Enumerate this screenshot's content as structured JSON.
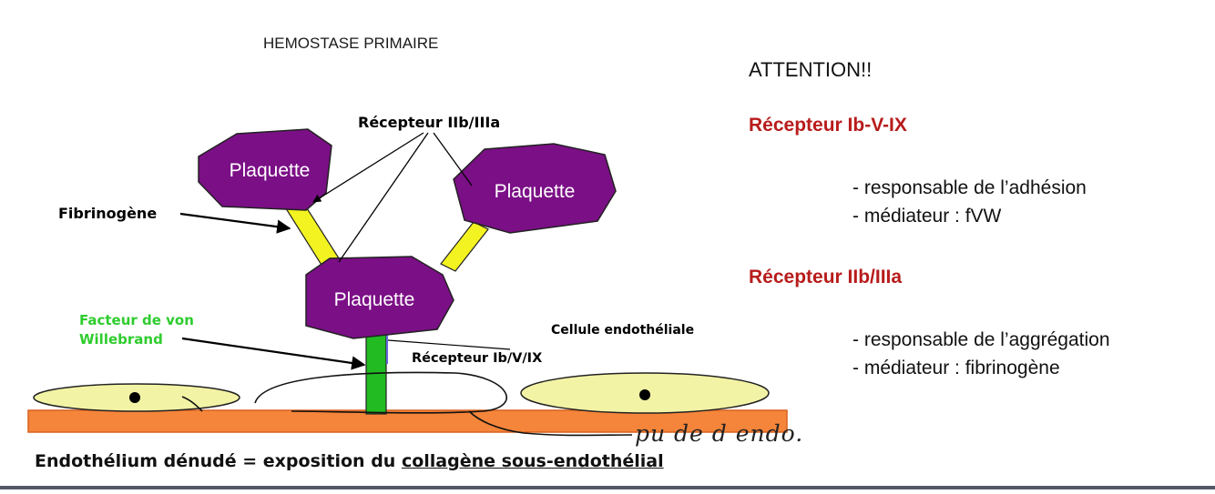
{
  "diagram": {
    "title": "HEMOSTASE PRIMAIRE",
    "platelet_label": "Plaquette",
    "labels": {
      "recepteur_iib_iiia": "Récepteur IIb/IIIa",
      "fibrinogene": "Fibrinogène",
      "facteur_von_willebrand_line1": "Facteur de von",
      "facteur_von_willebrand_line2": "Willebrand",
      "cellule_endotheliale": "Cellule endothéliale",
      "recepteur_ib_v_ix": "Récepteur Ib/V/IX"
    },
    "caption_prefix": "Endothélium dénudé = exposition du ",
    "caption_underlined": "collagène sous-endothélial",
    "handwritten_note": "pu de d endo.",
    "colors": {
      "platelet": "#7b0f86",
      "fibrinogen": "#f3f321",
      "von_willebrand_factor": "#22bb22",
      "endothelial_cell": "#f3f3a6",
      "subendothelium": "#f5853a"
    }
  },
  "panel": {
    "attention": "ATTENTION!!",
    "receptors": [
      {
        "title": "Récepteur Ib-V-IX",
        "bullets": [
          "- responsable de l’adhésion",
          "- médiateur : fVW"
        ]
      },
      {
        "title": "Récepteur IIb/IIIa",
        "bullets": [
          "- responsable de l’aggrégation",
          "- médiateur : fibrinogène"
        ]
      }
    ],
    "title_color": "#b81c1c"
  }
}
